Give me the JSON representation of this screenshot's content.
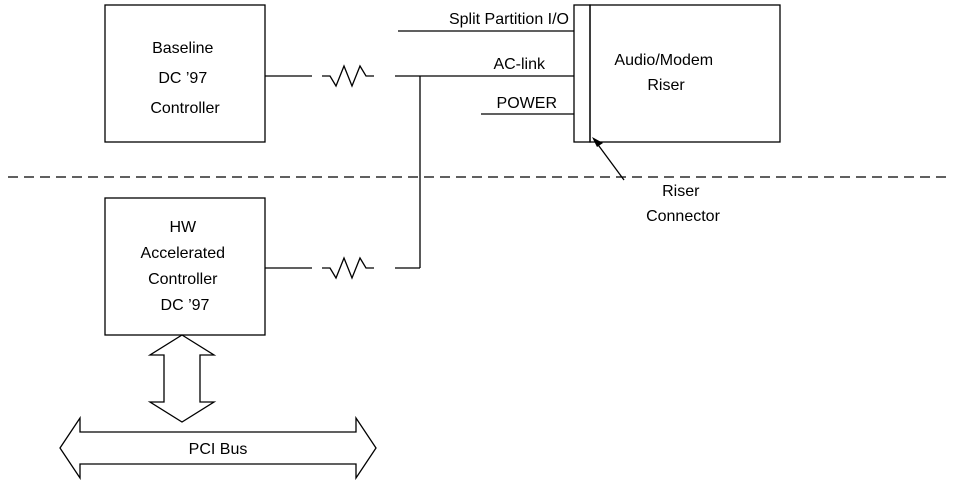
{
  "blocks": {
    "baseline": [
      "Baseline",
      "DC ’97",
      "Controller"
    ],
    "hw": [
      "HW",
      "Accelerated",
      "Controller",
      "DC ’97"
    ],
    "riser": [
      "Audio/Modem",
      "Riser"
    ]
  },
  "signals": {
    "split_partition": "Split Partition I/O",
    "ac_link": "AC-link",
    "power": "POWER"
  },
  "connector_label": [
    "Riser",
    "Connector"
  ],
  "bus_label": "PCI Bus",
  "colors": {
    "line": "#000000",
    "background": "#ffffff"
  }
}
